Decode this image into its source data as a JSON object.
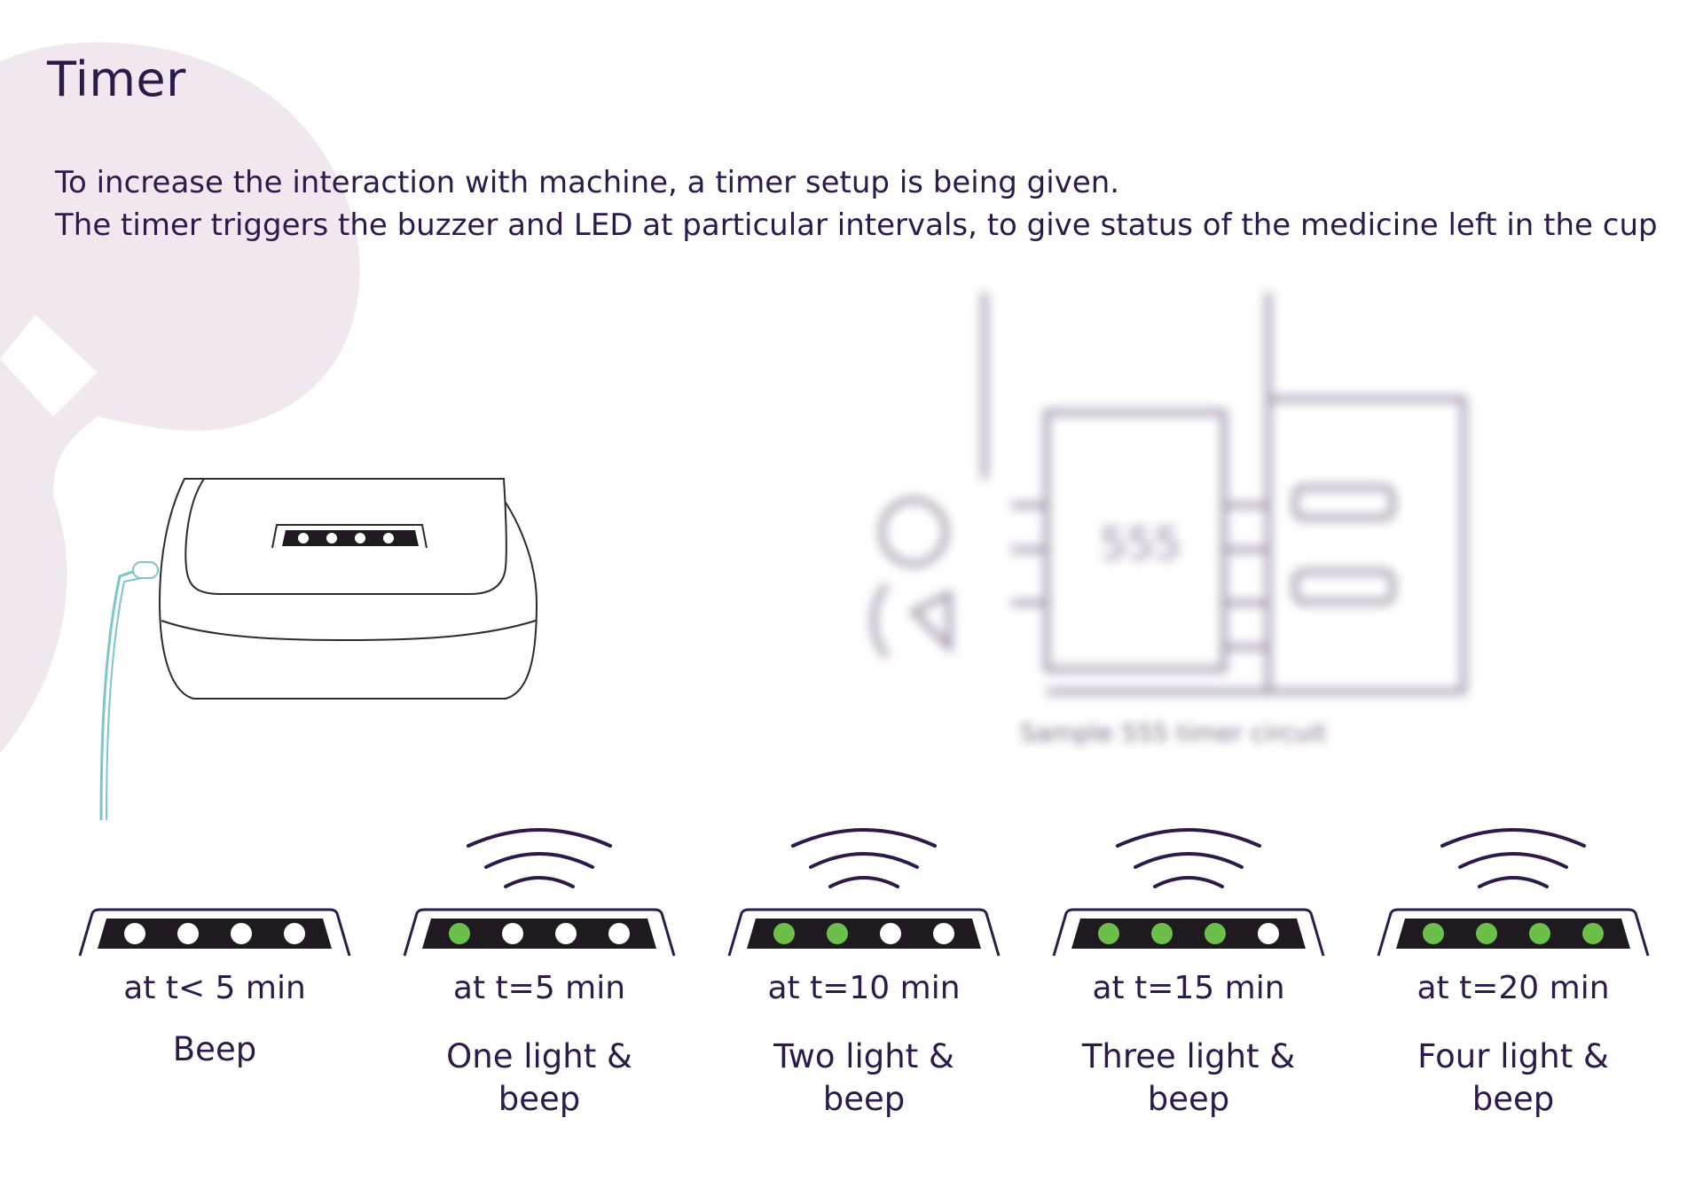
{
  "page": {
    "title": "Timer",
    "intro_lines": [
      "To increase the interaction with machine, a timer setup is being given.",
      "The timer triggers the buzzer and LED at particular intervals, to give status of the medicine left in the cup"
    ]
  },
  "circuit": {
    "caption": "Sample 555 timer circuit",
    "chip_label": "555"
  },
  "colors": {
    "text": "#2d1a4a",
    "blob": "#f1e7ee",
    "led_on": "#6cc04a",
    "led_off": "#ffffff",
    "bar": "#1e1a1f",
    "cable": "#7cc6c9"
  },
  "stages": [
    {
      "time": "at t< 5 min",
      "desc": "Beep",
      "lights_on": 0,
      "waves": false
    },
    {
      "time": "at t=5 min",
      "desc": "One light &\nbeep",
      "lights_on": 1,
      "waves": true
    },
    {
      "time": "at t=10 min",
      "desc": "Two light &\nbeep",
      "lights_on": 2,
      "waves": true
    },
    {
      "time": "at t=15 min",
      "desc": "Three light &\nbeep",
      "lights_on": 3,
      "waves": true
    },
    {
      "time": "at t=20 min",
      "desc": "Four light &\nbeep",
      "lights_on": 4,
      "waves": true
    }
  ]
}
